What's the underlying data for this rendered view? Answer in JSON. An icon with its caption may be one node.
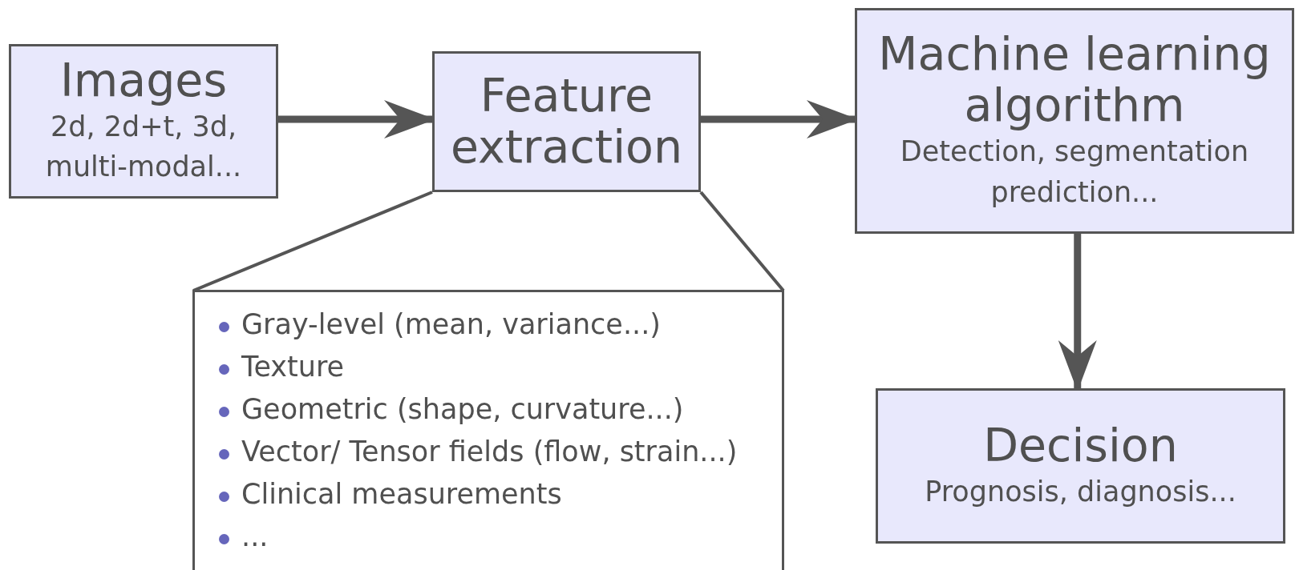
{
  "diagram": {
    "nodes": [
      {
        "text": [
          "Images",
          "2d, 2d+t, 3d, multi-modal..."
        ]
      },
      {
        "text": [
          "Feature extraction"
        ]
      },
      {
        "text": [
          "Machine learning algorithm",
          "Detection, segmentation prediction..."
        ]
      },
      {
        "text": [
          "Decision",
          "Prognosis, diagnosis..."
        ]
      },
      {
        "text": [
          "Gray-level (mean, variance...)",
          "Texture",
          "Geometric (shape, curvature...)",
          "Vector/ Tensor fields (flow, strain...)",
          "Clinical measurements",
          "..."
        ]
      }
    ],
    "edges": [
      {
        "from": 0,
        "to": 1,
        "arrow": "to"
      },
      {
        "from": 1,
        "to": 2,
        "arrow": "to"
      },
      {
        "from": 2,
        "to": 3,
        "arrow": "to"
      },
      {
        "from": 1,
        "to": 4,
        "arrow": "none"
      },
      {
        "from": 1,
        "to": 4,
        "arrow": "none"
      }
    ]
  }
}
